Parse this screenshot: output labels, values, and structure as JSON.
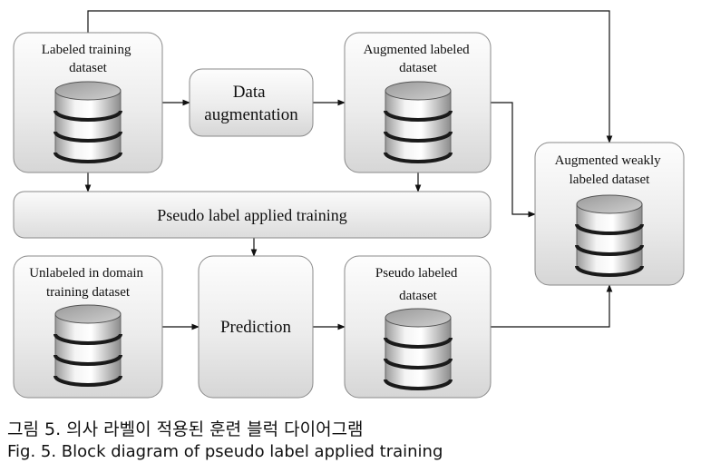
{
  "diagram": {
    "nodes": {
      "labeled_training": [
        "Labeled training",
        "dataset"
      ],
      "data_augmentation": [
        "Data",
        "augmentation"
      ],
      "augmented_labeled": [
        "Augmented labeled",
        "dataset"
      ],
      "augmented_weakly": [
        "Augmented weakly",
        "labeled dataset"
      ],
      "pseudo_training": [
        "Pseudo label applied training"
      ],
      "unlabeled_domain": [
        "Unlabeled in domain",
        "training dataset"
      ],
      "prediction": [
        "Prediction"
      ],
      "pseudo_labeled": [
        "Pseudo labeled",
        "dataset"
      ]
    }
  },
  "caption": {
    "korean": "그림 5. 의사 라벨이 적용된 훈련 블럭 다이어그램",
    "english": "Fig. 5. Block diagram of pseudo label applied training"
  }
}
